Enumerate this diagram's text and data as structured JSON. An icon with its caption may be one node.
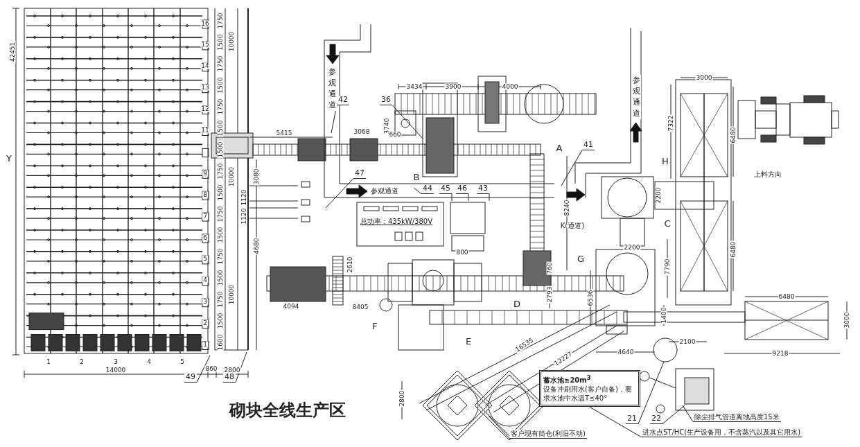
{
  "diagram": {
    "title": "砌块全线生产区",
    "nodes": [
      {
        "text": [
          "42"
        ]
      },
      {
        "text": [
          "36"
        ]
      },
      {
        "text": [
          "47"
        ]
      },
      {
        "text": [
          "44"
        ]
      },
      {
        "text": [
          "45"
        ]
      },
      {
        "text": [
          "46"
        ]
      },
      {
        "text": [
          "43"
        ]
      },
      {
        "text": [
          "41"
        ]
      },
      {
        "text": [
          "49"
        ]
      },
      {
        "text": [
          "48"
        ]
      },
      {
        "text": [
          "21"
        ]
      },
      {
        "text": [
          "22"
        ]
      },
      {
        "text": [
          "蓄水池≥20m$^{3}$",
          "设备冲刷用水(客户自备)，要求水池中水温T≤40°"
        ]
      },
      {
        "text": [
          "客户现有筒仓(利旧不动)"
        ]
      },
      {
        "text": [
          "除尘排气管道离地高度15米"
        ]
      },
      {
        "text": [
          "进水点ST/HC(生产设备用，不含蒸汽以及其它用水)"
        ]
      }
    ],
    "edges": [
      {
        "from": 0,
        "to": null,
        "arrow": "none"
      },
      {
        "from": 1,
        "to": null,
        "arrow": "none"
      },
      {
        "from": 2,
        "to": null,
        "arrow": "none"
      },
      {
        "from": 3,
        "to": null,
        "arrow": "none"
      },
      {
        "from": 4,
        "to": null,
        "arrow": "none"
      },
      {
        "from": 5,
        "to": null,
        "arrow": "none"
      },
      {
        "from": 6,
        "to": null,
        "arrow": "none"
      },
      {
        "from": 7,
        "to": null,
        "arrow": "none"
      },
      {
        "from": 8,
        "to": null,
        "arrow": "none"
      },
      {
        "from": 9,
        "to": null,
        "arrow": "none"
      },
      {
        "from": 10,
        "to": null,
        "arrow": "none"
      },
      {
        "from": 11,
        "to": null,
        "arrow": "none"
      },
      {
        "from": 13,
        "to": null,
        "arrow": "none"
      },
      {
        "from": 14,
        "to": null,
        "arrow": "none"
      },
      {
        "from": 15,
        "to": 12,
        "arrow": "none"
      }
    ],
    "labels": [
      "42451",
      "Y",
      "16",
      "15",
      "14",
      "13",
      "12",
      "11",
      "9",
      "8",
      "7",
      "6",
      "5",
      "4",
      "3",
      "2",
      "1",
      "1750",
      "1500",
      "1750",
      "1500",
      "1750",
      "1500",
      "1500",
      "1750",
      "1500",
      "1750",
      "1500",
      "1750",
      "1500",
      "1750",
      "1500",
      "1600",
      "1",
      "2",
      "3",
      "4",
      "5",
      "14000",
      "860",
      "2800",
      "10000",
      "10000",
      "10000",
      "5415",
      "3068",
      "3740",
      "660",
      "3434",
      "3900",
      "4000",
      "参观通道",
      "参观通道",
      "参观通道",
      "A",
      "B",
      "8240",
      "K(通道)",
      "3080",
      "1120",
      "1120",
      "4680",
      "总功率：435kW/380V",
      "2610",
      "4094",
      "8405",
      "800",
      "760",
      "2793",
      "D",
      "E",
      "F",
      "G",
      "C",
      "H",
      "7322",
      "3000",
      "6480",
      "上料方向",
      "2200",
      "2200",
      "6480",
      "7790",
      "6536",
      "1400",
      "4640",
      "2100",
      "6480",
      "3000",
      "9218",
      "16535",
      "12227",
      "2800"
    ]
  }
}
